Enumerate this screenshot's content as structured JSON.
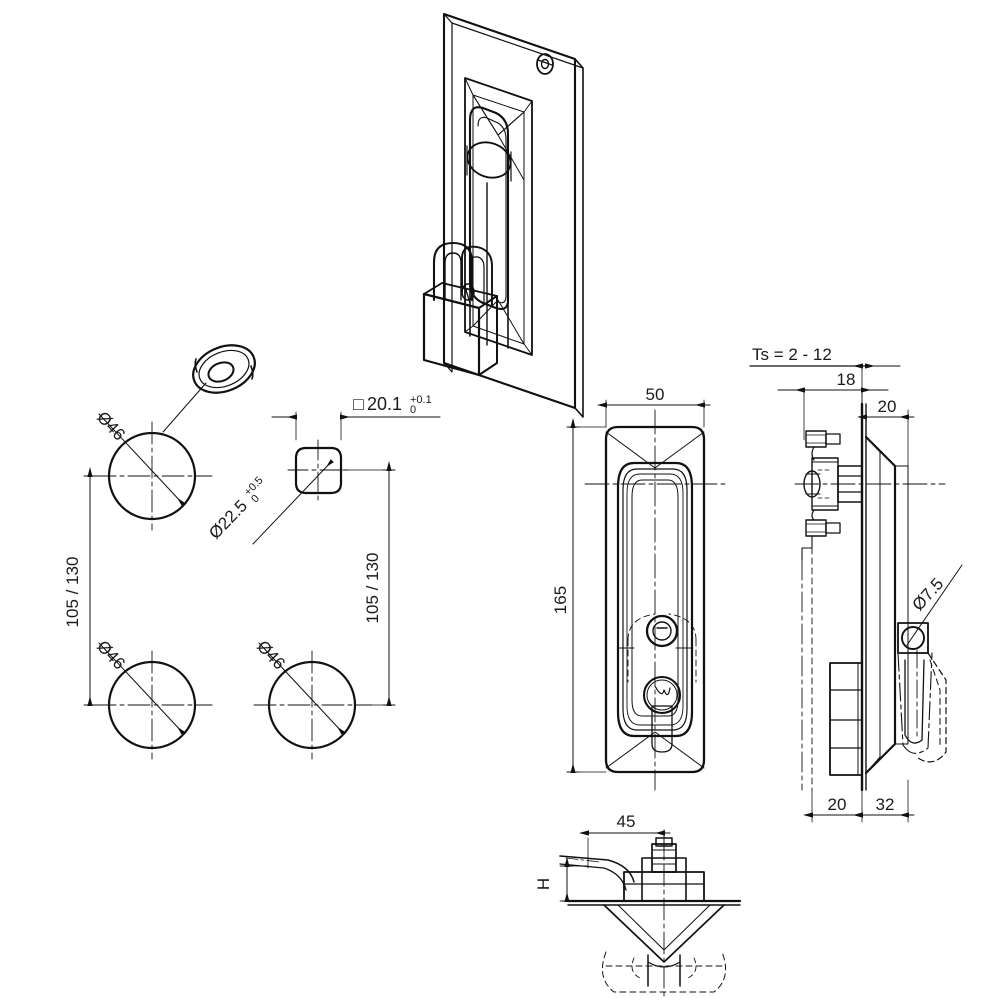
{
  "drawing": {
    "title": "Swing handle lock technical drawing",
    "type": "engineering-dimensioned-drawing",
    "line_color": "#111111",
    "background": "#ffffff"
  },
  "views": {
    "isometric": {
      "name": "isometric-assembly-view",
      "description": "Swing handle with padlock in recessed panel"
    },
    "washer": {
      "name": "washer-ring-part",
      "description": "Sealing washer / grommet ring"
    },
    "hole_pattern": {
      "name": "panel-cutout-pattern",
      "description": "Panel drilling pattern with three Ø46 holes and one square cutout"
    },
    "front": {
      "name": "front-elevation-view",
      "description": "Front view of handle escutcheon"
    },
    "side": {
      "name": "side-section-view",
      "description": "Side section showing mounting hardware and cam"
    },
    "bottom": {
      "name": "bottom-detail-view",
      "description": "Bottom detail of cam and lock body"
    }
  },
  "dimensions": {
    "hole_dia_1": "Ø46",
    "hole_dia_2": "Ø46",
    "hole_dia_3": "Ø46",
    "square_cutout": "20.1",
    "square_tol_upper": "+0.1",
    "square_tol_lower": "0",
    "square_symbol": "□",
    "shaft_dia": "Ø22.5",
    "shaft_tol_upper": "+0.5",
    "shaft_tol_lower": "0",
    "pitch_left": "105  /  130",
    "pitch_right": "105  /  130",
    "front_width": "50",
    "front_height": "165",
    "panel_thickness_note": "Ts = 2 - 12",
    "side_depth_18": "18",
    "side_depth_20_top": "20",
    "side_depth_20_bottom": "20",
    "side_depth_32": "32",
    "cam_hole_dia": "Ø7.5",
    "bottom_length": "45",
    "bottom_height": "H"
  }
}
